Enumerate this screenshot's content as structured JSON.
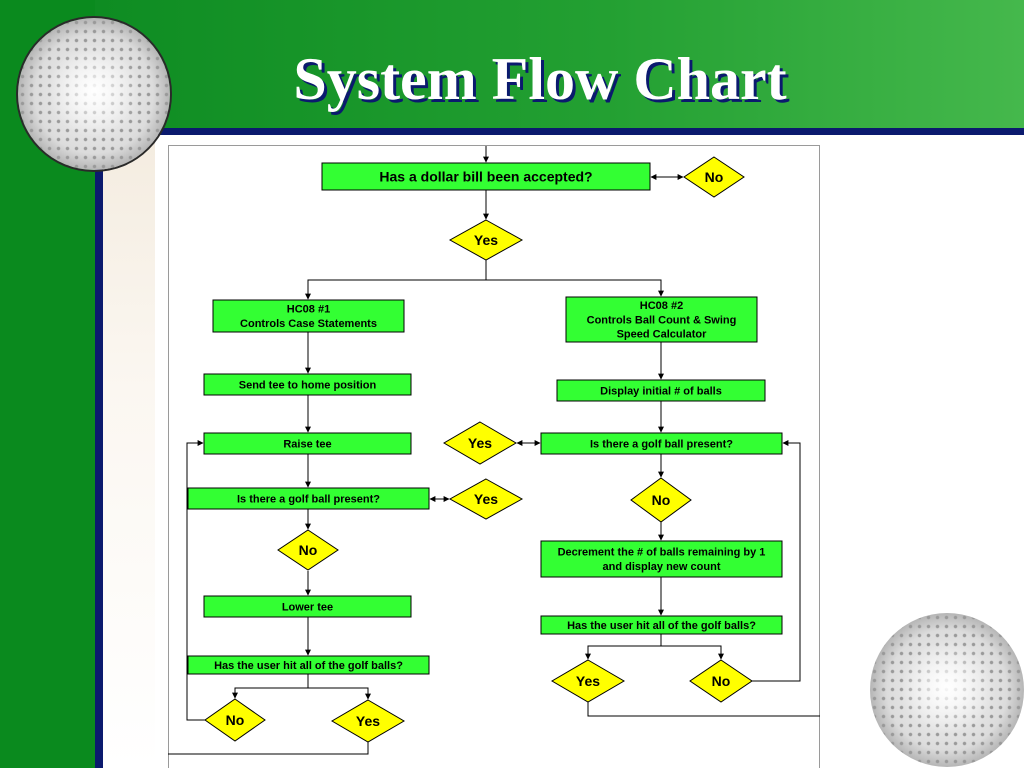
{
  "slide": {
    "title": "System Flow Chart"
  },
  "colors": {
    "process_fill": "#33ff33",
    "decision_fill": "#ffff00",
    "line": "#000000",
    "title_shadow": "#0b1a6e"
  },
  "flowchart": {
    "start": "Has a dollar bill been accepted?",
    "start_no": "No",
    "start_yes": "Yes",
    "hc1": [
      "HC08 #1",
      "Controls Case Statements"
    ],
    "hc2": [
      "HC08 #2",
      "Controls Ball Count & Swing",
      "Speed Calculator"
    ],
    "l_home": "Send tee to home position",
    "l_raise": "Raise tee",
    "l_present": "Is there a golf ball present?",
    "l_present_yes": "Yes",
    "l_present_no": "No",
    "l_lower": "Lower tee",
    "l_hitall": "Has the user hit all of the golf balls?",
    "l_hitall_no": "No",
    "l_hitall_yes": "Yes",
    "r_display": "Display initial # of balls",
    "r_present": "Is there a golf ball present?",
    "r_present_yes": "Yes",
    "r_present_no": "No",
    "r_decrement": [
      "Decrement the # of balls remaining by 1",
      "and display new count"
    ],
    "r_hitall": "Has the user hit all of the golf balls?",
    "r_hitall_yes": "Yes",
    "r_hitall_no": "No"
  }
}
